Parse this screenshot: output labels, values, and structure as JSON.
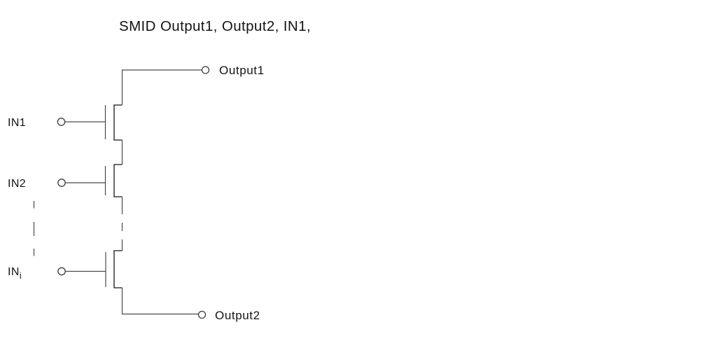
{
  "title": "SMID Output1, Output2, IN1,",
  "terminals": {
    "output1": {
      "label": "Output1"
    },
    "output2": {
      "label": "Output2"
    }
  },
  "inputs": [
    {
      "label": "IN1",
      "subscript": ""
    },
    {
      "label": "IN2",
      "subscript": ""
    },
    {
      "label": "IN",
      "subscript": "i"
    }
  ],
  "schematic": {
    "type": "nmos-series-stack",
    "transistors_shown": 3,
    "continuation_marks": "dashed"
  },
  "colors": {
    "background": "#ffffff",
    "wire": "#4a4a4a",
    "transistor_body": "#161616",
    "text": "#131313"
  }
}
